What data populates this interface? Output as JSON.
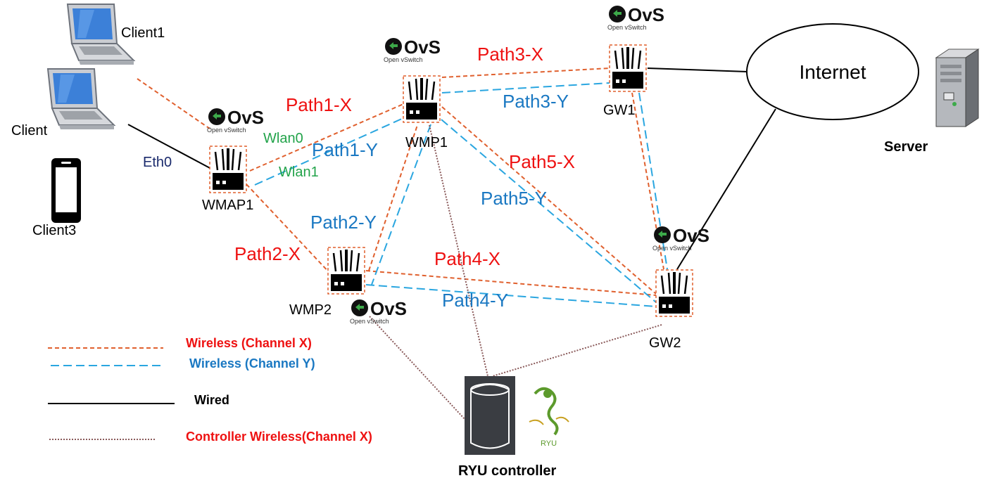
{
  "nodes": {
    "client1": "Client1",
    "client2": "Client",
    "client3": "Client3",
    "wmap1": "WMAP1",
    "wmp1": "WMP1",
    "wmp2": "WMP2",
    "gw1": "GW1",
    "gw2": "GW2",
    "internet": "Internet",
    "server": "Server",
    "ryu_controller": "RYU controller",
    "ryu_logo_text": "RYU"
  },
  "interfaces": {
    "eth0": "Eth0",
    "wlan0": "Wlan0",
    "wlan1": "Wlan1"
  },
  "ovs": {
    "logo": "OvS",
    "caption": "Open vSwitch"
  },
  "paths": {
    "path1x": "Path1-X",
    "path1y": "Path1-Y",
    "path2x": "Path2-X",
    "path2y": "Path2-Y",
    "path3x": "Path3-X",
    "path3y": "Path3-Y",
    "path4x": "Path4-X",
    "path4y": "Path4-Y",
    "path5x": "Path5-X",
    "path5y": "Path5-Y"
  },
  "legend": {
    "channel_x": "Wireless (Channel X)",
    "channel_y": "Wireless (Channel Y)",
    "wired": "Wired",
    "controller": "Controller Wireless(Channel X)"
  },
  "colors": {
    "channel_x": "#e0602e",
    "channel_y": "#2aa6e0",
    "wired": "#000000",
    "controller": "#8a5a5a",
    "path_x_label": "#ee1111",
    "path_y_label": "#1a78c2",
    "wlan_label": "#22a34a",
    "eth_label": "#1a2a6c"
  }
}
